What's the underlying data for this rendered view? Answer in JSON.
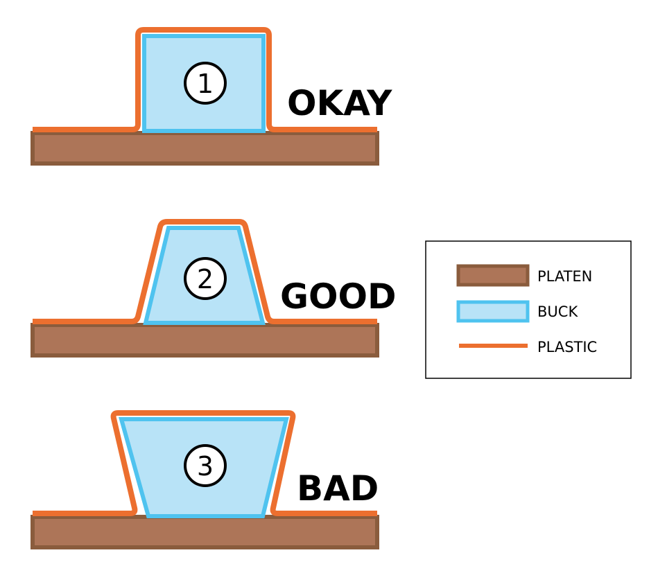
{
  "diagram": {
    "panels": [
      {
        "number": "1",
        "rating": "OKAY"
      },
      {
        "number": "2",
        "rating": "GOOD"
      },
      {
        "number": "3",
        "rating": "BAD"
      }
    ],
    "legend": {
      "items": [
        {
          "label": "PLATEN",
          "swatch": "platen"
        },
        {
          "label": "BUCK",
          "swatch": "buck"
        },
        {
          "label": "PLASTIC",
          "swatch": "plastic"
        }
      ]
    }
  },
  "colors": {
    "platen_fill": "#ad7558",
    "platen_border": "#8a5c3d",
    "buck_fill": "#b8e3f7",
    "buck_border": "#4fc3ef",
    "plastic": "#ec6f2f"
  }
}
